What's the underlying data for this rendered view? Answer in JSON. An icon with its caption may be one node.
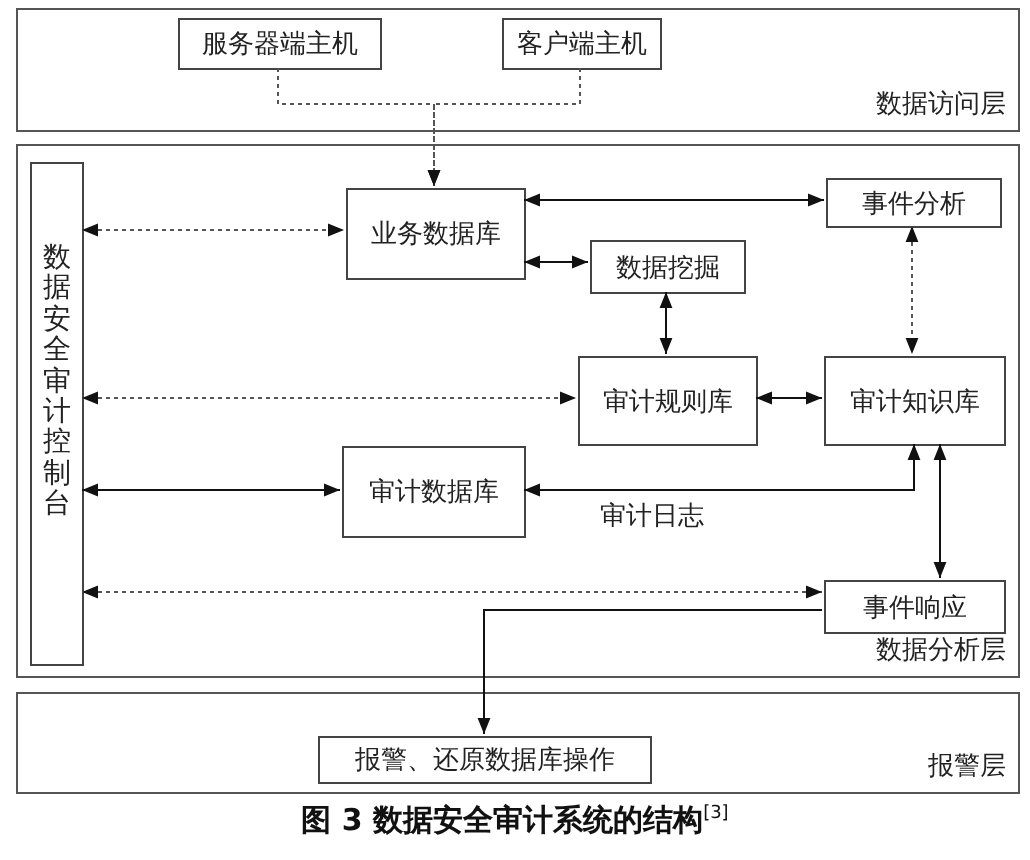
{
  "diagram": {
    "caption": "图 3 数据安全审计系统的结构$^{[3]}$",
    "nodes": [
      {
        "text": [
          "数据访问层"
        ]
      },
      {
        "text": [
          "服务器端主机"
        ],
        "in": 0
      },
      {
        "text": [
          "客户端主机"
        ],
        "in": 0
      },
      {
        "text": [
          "数据分析层"
        ]
      },
      {
        "text": [
          "数据安全审计控制台"
        ],
        "in": 3
      },
      {
        "text": [
          "业务数据库"
        ],
        "in": 3
      },
      {
        "text": [
          "事件分析"
        ],
        "in": 3
      },
      {
        "text": [
          "数据挖掘"
        ],
        "in": 3
      },
      {
        "text": [
          "审计规则库"
        ],
        "in": 3
      },
      {
        "text": [
          "审计知识库"
        ],
        "in": 3
      },
      {
        "text": [
          "审计数据库"
        ],
        "in": 3
      },
      {
        "text": [
          "事件响应"
        ],
        "in": 3
      },
      {
        "text": [
          "报警层"
        ]
      },
      {
        "text": [
          "报警、还原数据库操作"
        ],
        "in": 12
      }
    ],
    "edges": [
      {
        "from": 1,
        "to": 5,
        "arrow": "to",
        "style": "dashed"
      },
      {
        "from": 2,
        "to": 5,
        "arrow": "to",
        "style": "dashed"
      },
      {
        "from": 4,
        "to": 5,
        "arrow": "both",
        "style": "dashed"
      },
      {
        "from": 5,
        "to": 6,
        "arrow": "both"
      },
      {
        "from": 5,
        "to": 7,
        "arrow": "both"
      },
      {
        "from": 7,
        "to": 8,
        "arrow": "both"
      },
      {
        "from": 6,
        "to": 9,
        "arrow": "both",
        "style": "dashed"
      },
      {
        "from": 4,
        "to": 8,
        "arrow": "both",
        "style": "dashed"
      },
      {
        "from": 8,
        "to": 9,
        "arrow": "both"
      },
      {
        "from": 4,
        "to": 10,
        "arrow": "both"
      },
      {
        "from": 9,
        "to": 10,
        "arrow": "both",
        "label": "审计日志"
      },
      {
        "from": 9,
        "to": 11,
        "arrow": "both"
      },
      {
        "from": 4,
        "to": 11,
        "arrow": "both",
        "style": "dashed"
      },
      {
        "from": 11,
        "to": 13,
        "arrow": "to"
      }
    ]
  }
}
